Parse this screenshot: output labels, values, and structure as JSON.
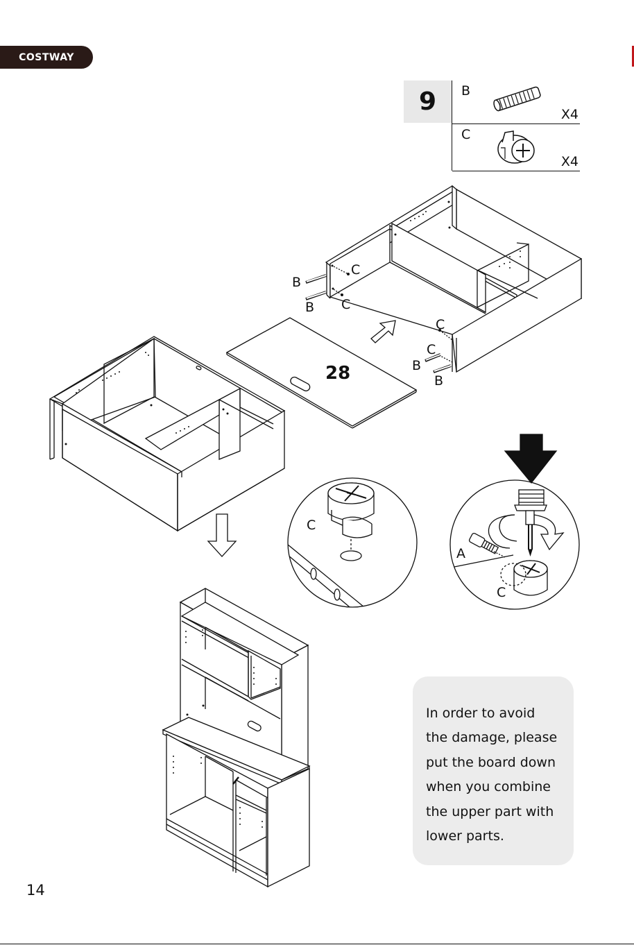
{
  "brand": "COSTWAY",
  "step": {
    "number": "9",
    "parts": [
      {
        "letter": "B",
        "icon": "dowel-icon",
        "quantity": "X4"
      },
      {
        "letter": "C",
        "icon": "cam-lock-icon",
        "quantity": "X4"
      }
    ]
  },
  "diagram": {
    "board_number": "28",
    "labels": {
      "b": "B",
      "c": "C",
      "a": "A"
    }
  },
  "note": {
    "lines": [
      "In order to avoid",
      "the damage, please",
      "put the board down",
      "when you combine",
      "the upper part with",
      "lower parts."
    ]
  },
  "page_number": "14"
}
